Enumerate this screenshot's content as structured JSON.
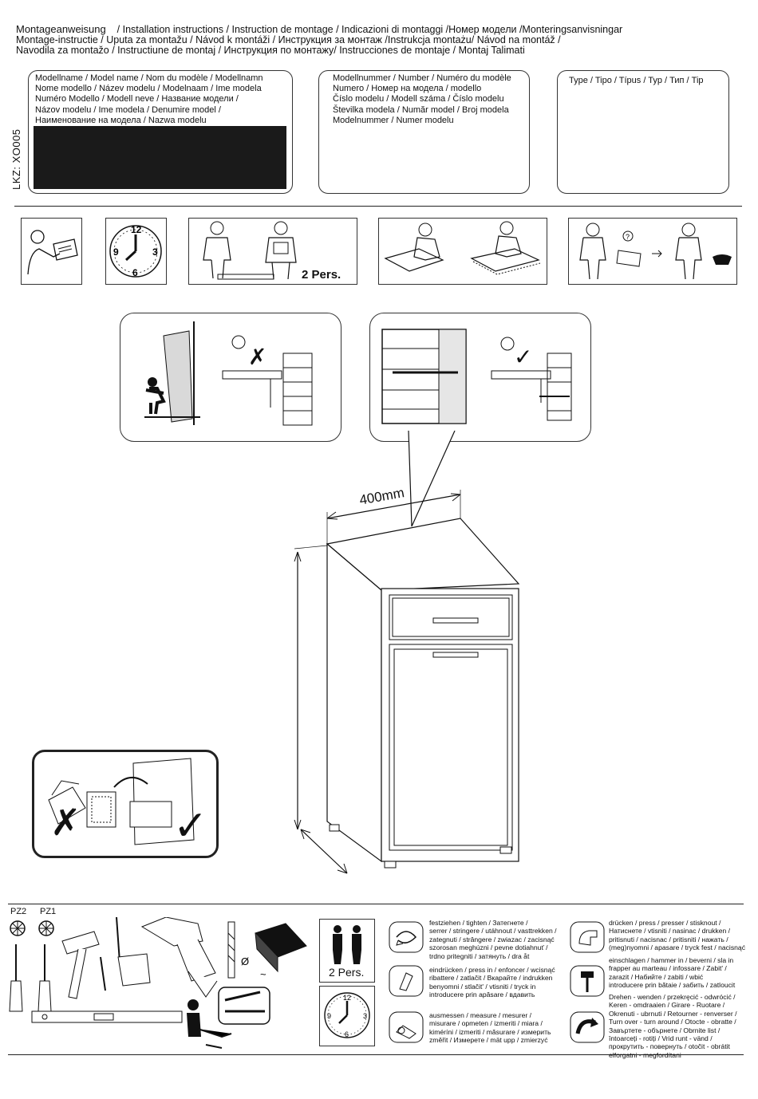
{
  "header": {
    "line1_title": "Montageanweisung",
    "line1_rest": "/ Installation instructions / Instruction de montage / Indicazioni di montaggi /Номер модели /Monteringsanvisningar",
    "line2": "Montage-instructie / Uputa za montažu / Návod k montáži / Инструкция за монтаж /Instrukcja montażu/ Návod na montáž /",
    "line3": "Navodila za montažo / Instructiune de montaj / Инструкция по монтажу/ Instrucciones de montaje / Montaj Talimati"
  },
  "side_label": "LKZ: XO005",
  "model_name_box": {
    "lines": [
      "Modellname / Model name / Nom du modèle / Modellnamn",
      "Nome modello / Název modelu / Modelnaam / Ime modela",
      "Numéro Modello / Modell neve / Название модели /",
      "Názov modelu / Ime modela / Denumire model /",
      "Наименование на модела / Nazwa modelu"
    ]
  },
  "model_number_box": {
    "lines": [
      "Modellnummer / Number / Numéro du modèle",
      "Numero /  Номер на модела / modello",
      "Číslo modelu / Modell száma / Číslo modelu",
      "Številka modela / Număr model / Broj modela",
      "Modelnummer / Numer modelu"
    ]
  },
  "type_box": {
    "text": "Type / Tipo / Típus / Typ / Тип / Tip"
  },
  "steps": {
    "two_persons": "2 Pers.",
    "clock_numbers": [
      "12",
      "3",
      "6",
      "9"
    ]
  },
  "cabinet": {
    "dimension": "400mm"
  },
  "tools": {
    "pz2": "PZ2",
    "pz1": "PZ1",
    "diameter": "Ø",
    "tilde": "~",
    "persons": "2 Pers.",
    "clock_numbers": [
      "12",
      "3",
      "6",
      "9"
    ]
  },
  "legend": {
    "tighten": [
      "festziehen / tighten / Затегнете /",
      "serrer / stringere / utáhnout / vasttrekken /",
      "zategnuti / strângere / zwiazac / zacisnąć",
      "szorosan meghúzni / pevne dotiahnuť /",
      "trdno pritegniti / затянуть / dra åt"
    ],
    "press_in": [
      "eindrücken / press in / enfoncer / wcisnąć",
      "ribattere / zatlačit / Вкарайте / indrukken",
      "benyomni / stlačit' / vtisniti / tryck in",
      "introducere prin apăsare / вдавить"
    ],
    "measure": [
      "ausmessen / measure / mesurer /",
      "misurare / opmeten / izmeriti / miara /",
      "kiméríni / izmeriti / măsurare / измерить",
      "změřit / Измерете / mät upp / zmierzyć"
    ],
    "press": [
      "drücken / press / presser / stisknout /",
      "Натиснете / vtisniti / nasinac / drukken /",
      "pritisnuti / nacisnac / pritisniti / нажать /",
      "(meg)nyomni / apasare / tryck fest / nacisnąć"
    ],
    "hammer": [
      "einschlagen / hammer in / beverni / sla in",
      "frapper au marteau / infossare / Zabit' /",
      "zarazit / Набийте / zabiti / wbić",
      "introducere prin bătaie / забить / zatloucit"
    ],
    "turn_over": [
      "Drehen - wenden / przekręcić - odwrócić /",
      "Keren - omdraaien / Girare - Ruotare /",
      "Okrenuti - ubrnuti / Retourner - renverser /",
      "Turn over - turn around / Otocte - obratte /",
      "Завъртете - обърнете / Obrnite list /",
      "întoarceți - rotiți / Vrid runt - vänd /",
      "прокрутить - повернуть / otočit - obrátit",
      "elforgatni - megfordítani"
    ]
  },
  "colors": {
    "ink": "#111111",
    "panel_fill": "#1a1a1a",
    "light_gray": "#d9d9d9"
  }
}
